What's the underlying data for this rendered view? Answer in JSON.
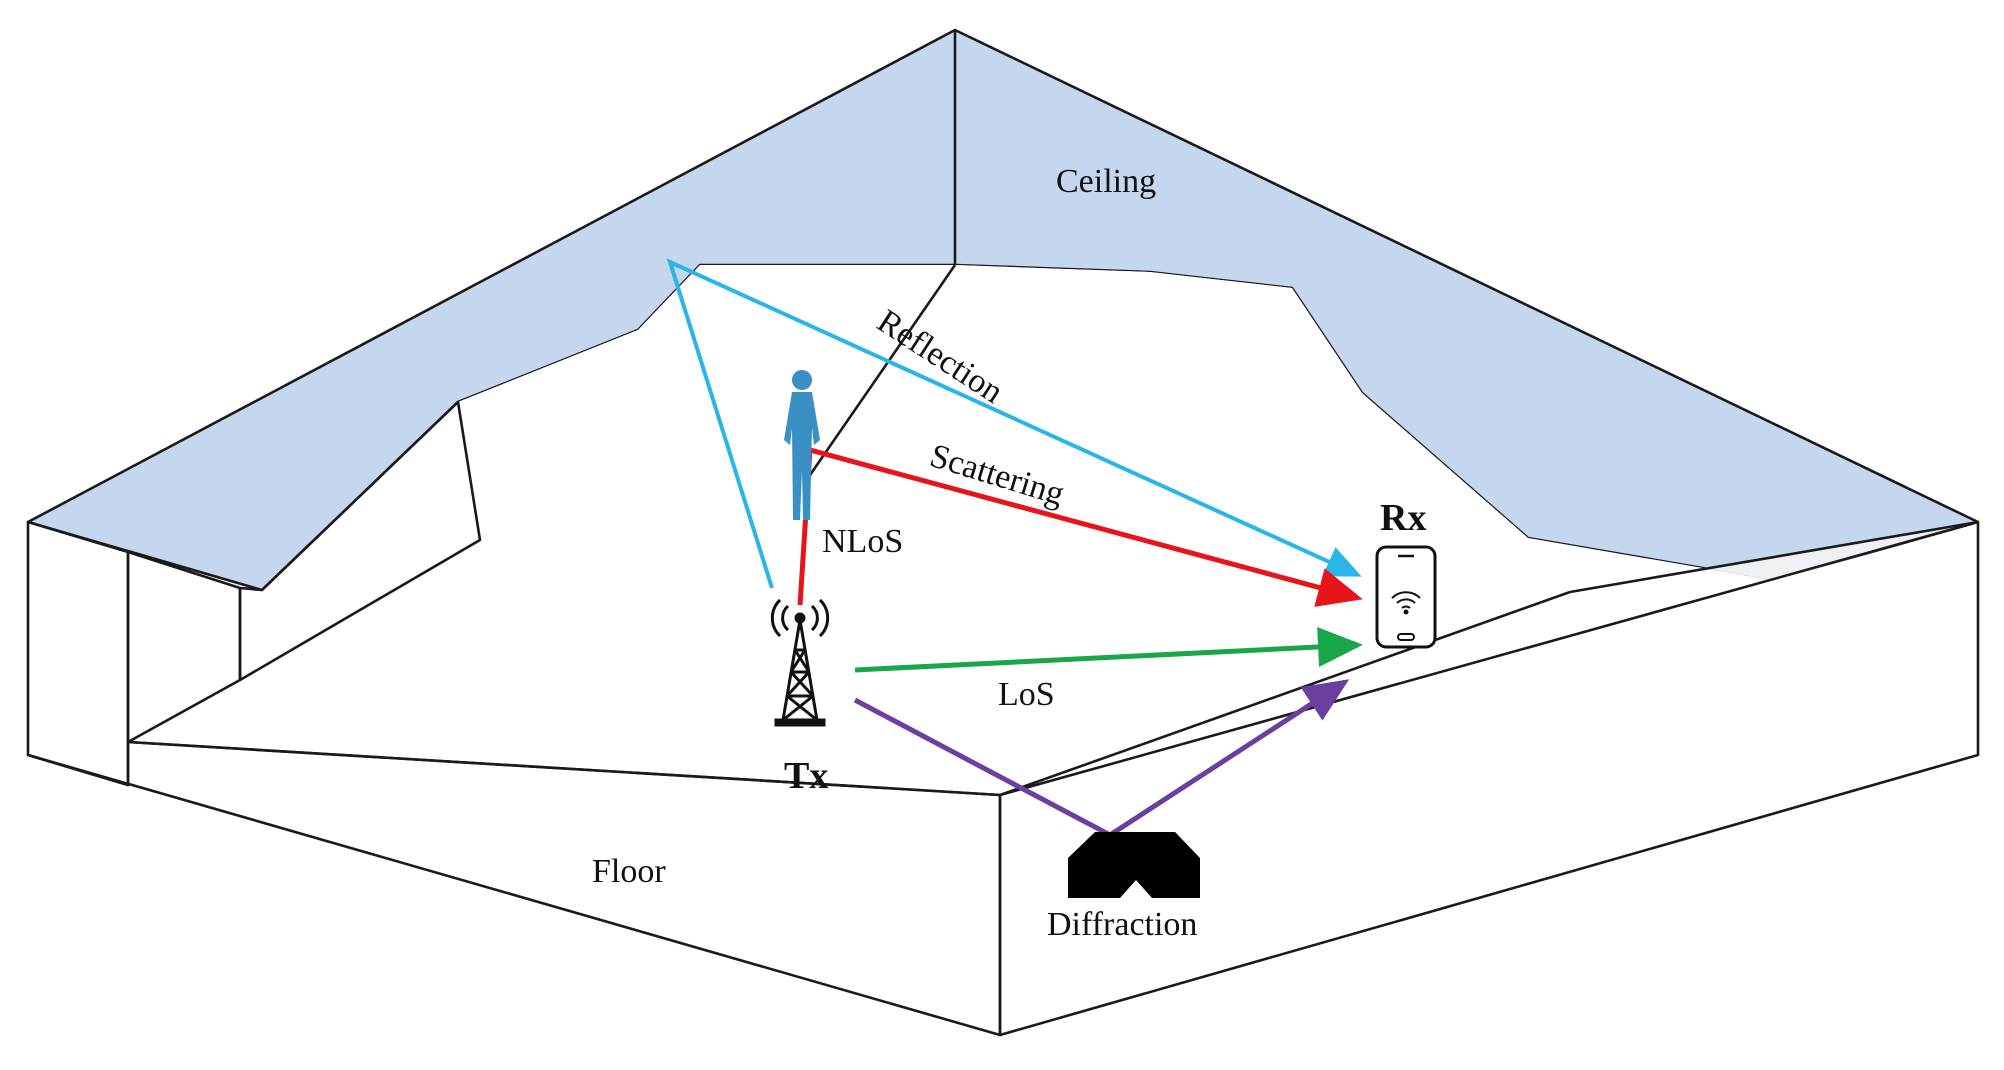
{
  "labels": {
    "ceiling": "Ceiling",
    "floor": "Floor",
    "tx": "Tx",
    "rx": "Rx",
    "reflection": "Reflection",
    "scattering": "Scattering",
    "nlos": "NLoS",
    "los": "LoS",
    "diffraction": "Diffraction"
  },
  "colors": {
    "ceiling_fill": "#c5d6ef",
    "wall_fill": "#eef0f3",
    "floor_fill": "#ffffff",
    "reflection": "#29b5e8",
    "scattering": "#e8141c",
    "los": "#1aa64a",
    "diffraction": "#6b3fa0",
    "human": "#3a8fc4",
    "outline": "#1a1a1a"
  },
  "icons": [
    "tower-icon",
    "human-figure-icon",
    "smartphone-icon",
    "obstacle-icon"
  ]
}
